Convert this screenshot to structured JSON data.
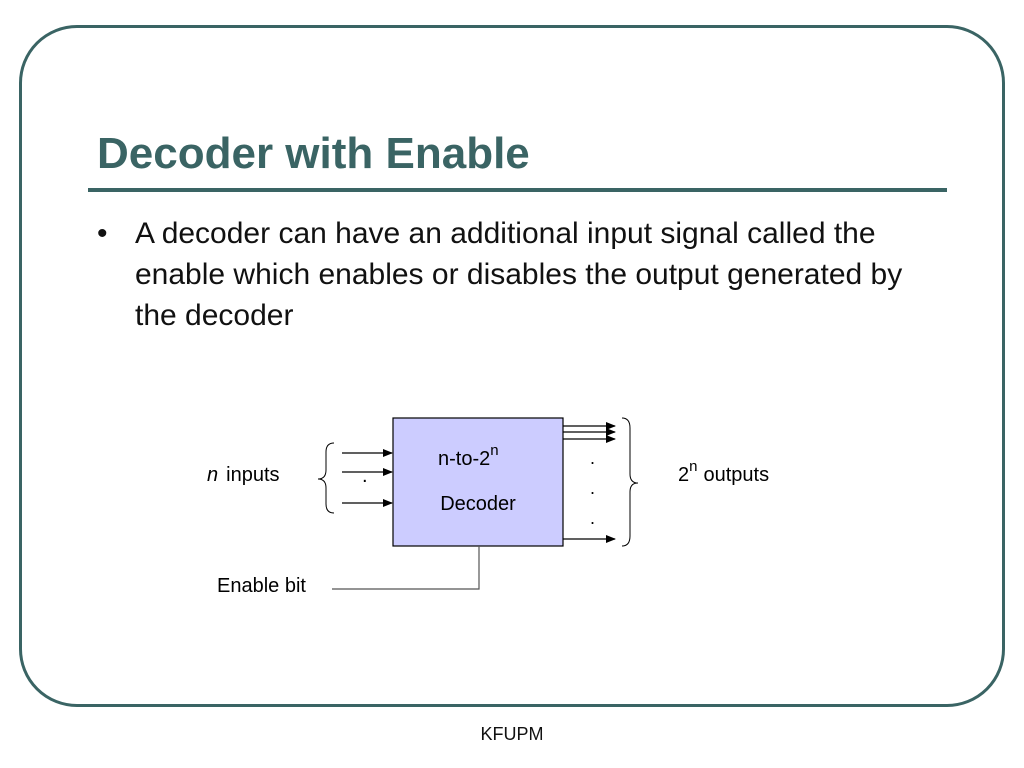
{
  "slide": {
    "title": "Decoder with Enable",
    "bullets": [
      "A decoder can have an additional input signal called the enable which enables or disables the output generated by the decoder"
    ],
    "footer": "KFUPM"
  },
  "diagram": {
    "inputs_label_var": "n",
    "inputs_label_text": "inputs",
    "decoder_line1": "n-to-2",
    "decoder_line1_sup": "n",
    "decoder_line2": "Decoder",
    "outputs_base": "2",
    "outputs_sup": "n",
    "outputs_text": "outputs",
    "enable_label": "Enable bit",
    "input_ellipsis": ".",
    "output_ellipsis": ". . .",
    "colors": {
      "frame": "#3a6464",
      "title": "#3a6464",
      "decoder_fill": "#ccccff",
      "line": "#000000",
      "enable_line": "#555555"
    }
  }
}
